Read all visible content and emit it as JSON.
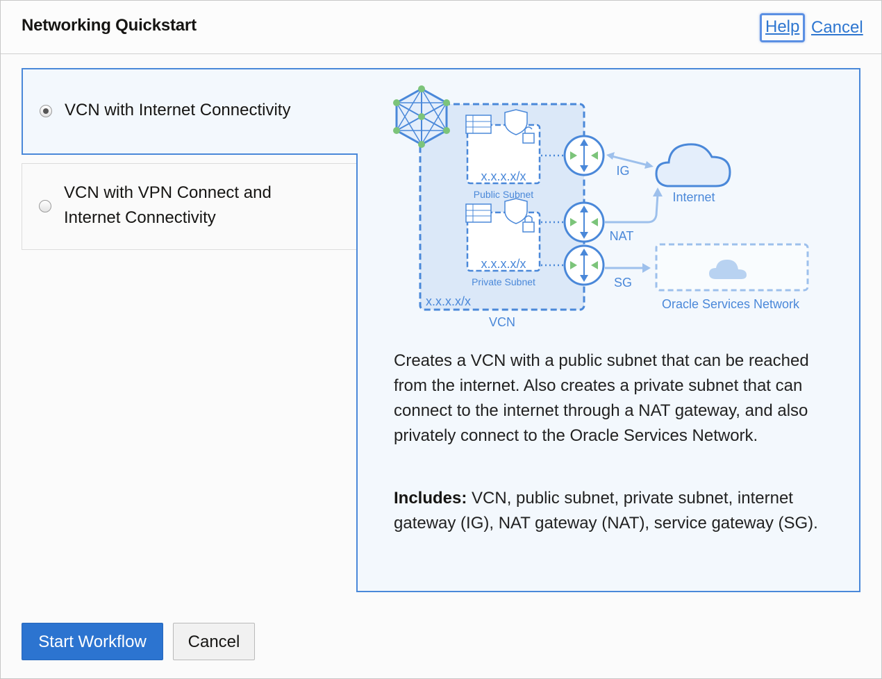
{
  "header": {
    "title": "Networking Quickstart",
    "help_label": "Help",
    "cancel_label": "Cancel"
  },
  "options": [
    {
      "label": "VCN with Internet Connectivity",
      "selected": true
    },
    {
      "label_line1": "VCN with VPN Connect and",
      "label_line2": "Internet Connectivity",
      "selected": false
    }
  ],
  "diagram": {
    "public_cidr": "x.x.x.x/x",
    "public_subnet": "Public Subnet",
    "private_cidr": "x.x.x.x/x",
    "private_subnet": "Private Subnet",
    "vcn_cidr": "x.x.x.x/x",
    "vcn_label": "VCN",
    "ig_label": "IG",
    "nat_label": "NAT",
    "sg_label": "SG",
    "internet_label": "Internet",
    "osn_label": "Oracle Services Network",
    "colors": {
      "primary": "#4a88d9",
      "light": "#9dc0ec",
      "fill": "#dbe8f8",
      "green": "#7cc47a"
    }
  },
  "description": "Creates a VCN with a public subnet that can be reached from the internet. Also creates a private subnet that can connect to the internet through a NAT gateway, and also privately connect to the Oracle Services Network.",
  "includes": {
    "label": "Includes:",
    "text": " VCN, public subnet, private subnet, internet gateway (IG), NAT gateway (NAT), service gateway (SG)."
  },
  "footer": {
    "start_label": "Start Workflow",
    "cancel_label": "Cancel"
  }
}
